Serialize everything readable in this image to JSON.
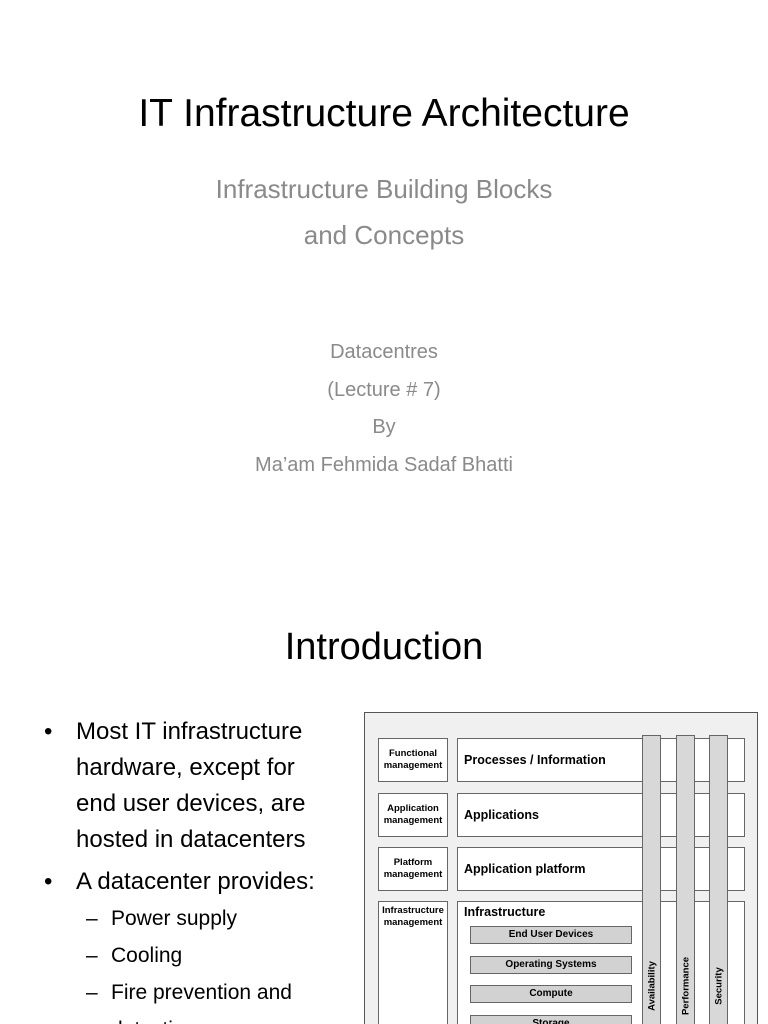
{
  "slide1": {
    "title": "IT Infrastructure Architecture",
    "subtitle_lines": [
      "Infrastructure Building Blocks",
      "and Concepts"
    ],
    "meta_lines": [
      "Datacentres",
      "(Lecture # 7)",
      "By",
      "Ma’am Fehmida Sadaf Bhatti"
    ]
  },
  "slide2": {
    "title": "Introduction",
    "bullets": [
      {
        "text_lines": [
          "Most IT infrastructure",
          "hardware, except for",
          "end user devices, are",
          "hosted in datacenters"
        ]
      },
      {
        "text_lines": [
          "A datacenter provides:"
        ]
      }
    ],
    "sub_bullets": [
      "Power supply",
      "Cooling",
      "Fire prevention and",
      "detection"
    ],
    "bullet_glyph": "•",
    "sub_bullet_glyph": "–",
    "diagram": {
      "management": [
        "Functional management",
        "Application management",
        "Platform management",
        "Infrastructure management"
      ],
      "layers": [
        "Processes / Information",
        "Applications",
        "Application platform",
        "Infrastructure"
      ],
      "infrastructure_blocks": [
        "End User Devices",
        "Operating Systems",
        "Compute",
        "Storage"
      ],
      "columns": [
        "Availability",
        "Performance",
        "Security"
      ]
    }
  },
  "colors": {
    "title": "#000000",
    "subtitle": "#8a8a8a",
    "diagram_bg": "#f0f0f0",
    "block_fill": "#d2d2d2"
  }
}
